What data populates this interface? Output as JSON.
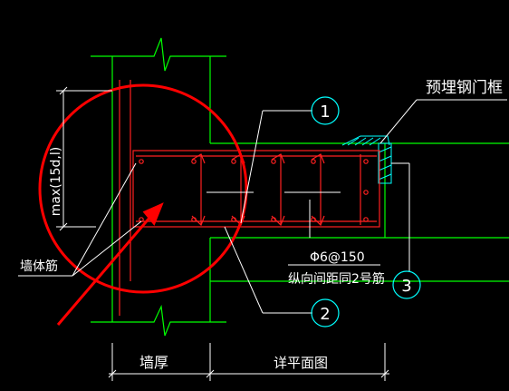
{
  "labels": {
    "max_dim": "max(15d,l)",
    "embedded_frame": "预埋钢门框",
    "spacing_note": "Φ6@150",
    "longitudinal_note": "纵向间距同2号筋",
    "wall_bar": "墙体筋",
    "wall_thickness": "墙厚",
    "see_plan": "详平面图"
  },
  "callouts": [
    {
      "number": "1"
    },
    {
      "number": "2"
    },
    {
      "number": "3"
    }
  ],
  "colors": {
    "background": "#000000",
    "wall_lines": "#00ff00",
    "rebar": "#ff2020",
    "dimension": "#ffffff",
    "callout": "#00ffff",
    "steel_frame": "#00ffff"
  }
}
